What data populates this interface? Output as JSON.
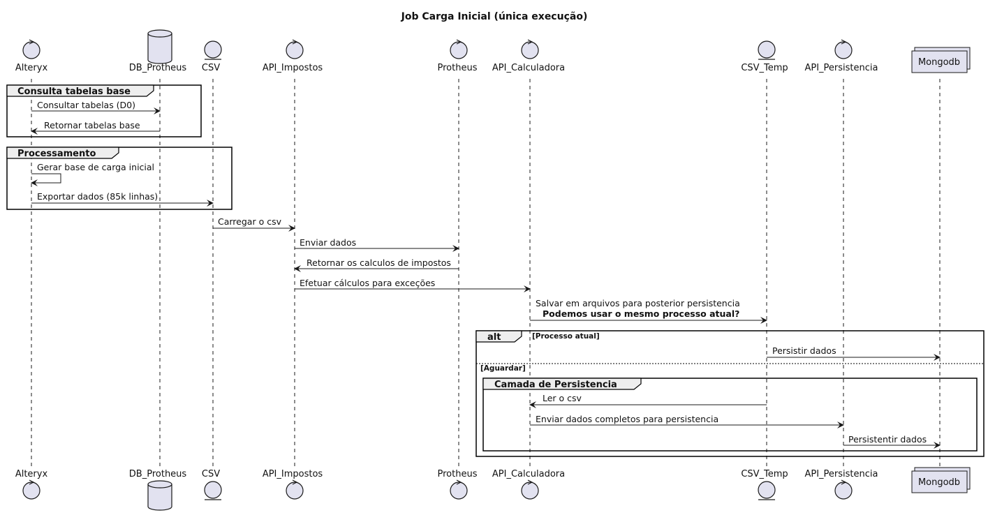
{
  "title": "Job Carga Inicial (única execução)",
  "participants": [
    {
      "id": "alteryx",
      "name": "Alteryx",
      "type": "control"
    },
    {
      "id": "db_protheus",
      "name": "DB_Protheus",
      "type": "database"
    },
    {
      "id": "csv",
      "name": "CSV",
      "type": "entity"
    },
    {
      "id": "api_impostos",
      "name": "API_Impostos",
      "type": "control"
    },
    {
      "id": "protheus",
      "name": "Protheus",
      "type": "control"
    },
    {
      "id": "api_calculadora",
      "name": "API_Calculadora",
      "type": "control"
    },
    {
      "id": "csv_temp",
      "name": "CSV_Temp",
      "type": "entity"
    },
    {
      "id": "api_persistencia",
      "name": "API_Persistencia",
      "type": "control"
    },
    {
      "id": "mongodb",
      "name": "Mongodb",
      "type": "collections"
    }
  ],
  "groups": [
    {
      "label": "Consulta tabelas base"
    },
    {
      "label": "Processamento"
    },
    {
      "label": "alt",
      "condition": "[Processo atual]",
      "else_condition": "[Aguardar]"
    },
    {
      "label": "Camada de Persistencia"
    }
  ],
  "messages": [
    {
      "from": "alteryx",
      "to": "db_protheus",
      "text": "Consultar tabelas (D0)"
    },
    {
      "from": "db_protheus",
      "to": "alteryx",
      "text": "Retornar tabelas base"
    },
    {
      "from": "alteryx",
      "to": "alteryx",
      "text": "Gerar base de carga inicial"
    },
    {
      "from": "alteryx",
      "to": "csv",
      "text": "Exportar dados (85k linhas)"
    },
    {
      "from": "csv",
      "to": "api_impostos",
      "text": "Carregar o csv"
    },
    {
      "from": "api_impostos",
      "to": "protheus",
      "text": "Enviar dados"
    },
    {
      "from": "protheus",
      "to": "api_impostos",
      "text": "Retornar os calculos de impostos"
    },
    {
      "from": "api_impostos",
      "to": "api_calculadora",
      "text": "Efetuar cálculos para exceções"
    },
    {
      "from": "api_calculadora",
      "to": "csv_temp",
      "text": "Salvar em arquivos para posterior persistencia",
      "text2": "Podemos usar o mesmo processo atual?"
    },
    {
      "from": "csv_temp",
      "to": "mongodb",
      "text": "Persistir dados"
    },
    {
      "from": "csv_temp",
      "to": "api_calculadora",
      "text": "Ler o csv"
    },
    {
      "from": "api_calculadora",
      "to": "api_persistencia",
      "text": "Enviar dados completos para persistencia"
    },
    {
      "from": "api_persistencia",
      "to": "mongodb",
      "text": "Persistentir dados"
    }
  ]
}
